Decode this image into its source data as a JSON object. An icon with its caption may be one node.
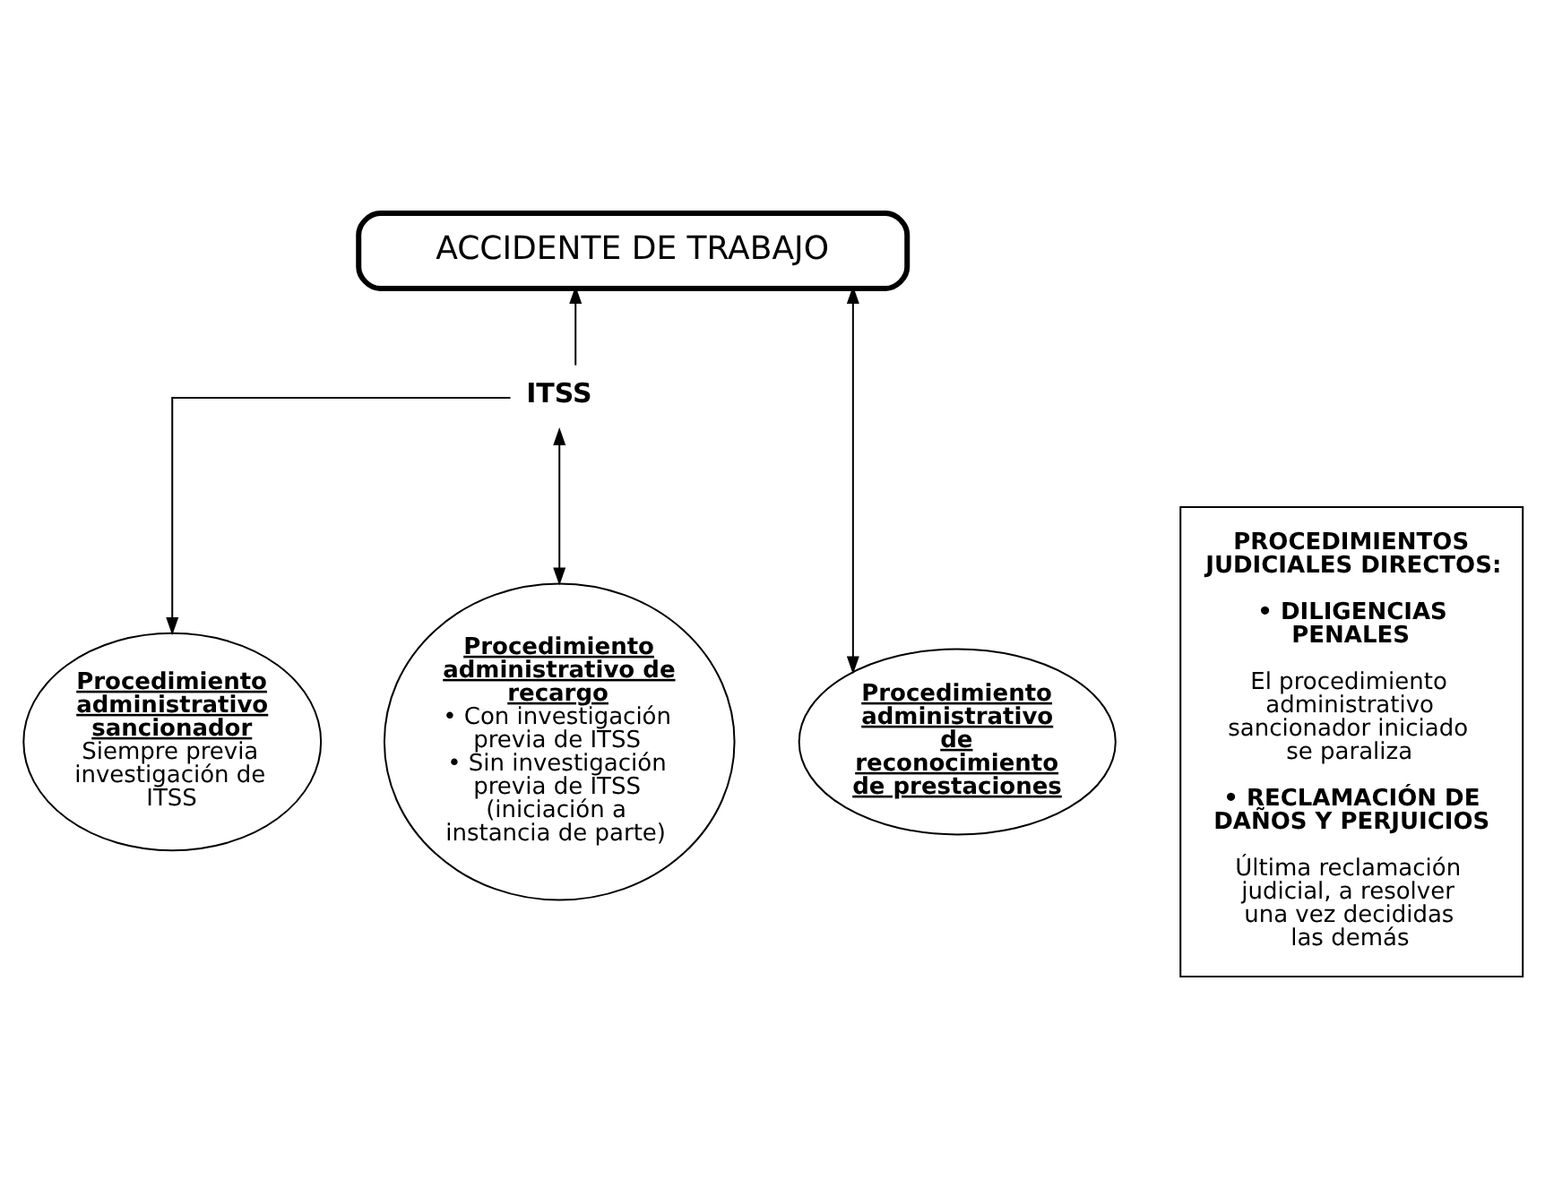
{
  "diagram": {
    "nodes": [
      {
        "text": [
          "ACCIDENTE DE TRABAJO"
        ]
      },
      {
        "text": [
          "ITSS"
        ]
      },
      {
        "text": [
          "Procedimiento administrativo sancionador",
          "Siempre previa investigación de ITSS"
        ]
      },
      {
        "text": [
          "Procedimiento administrativo de recargo",
          "• Con investigación previa de ITSS",
          "• Sin investigación previa de ITSS (iniciación a instancia de parte)"
        ]
      },
      {
        "text": [
          "Procedimiento administrativo de reconocimiento de prestaciones"
        ]
      },
      {
        "text": [
          "PROCEDIMIENTOS JUDICIALES DIRECTOS:",
          "• DILIGENCIAS PENALES",
          "El procedimiento administrativo sancionador iniciado se paraliza",
          "• RECLAMACIÓN DE DAÑOS Y PERJUICIOS",
          "Última reclamación judicial, a resolver una vez decididas las demás"
        ]
      }
    ],
    "edges": [
      {
        "from": 1,
        "to": 0,
        "arrow": "to"
      },
      {
        "from": 1,
        "to": 2,
        "arrow": "to"
      },
      {
        "from": 1,
        "to": 3,
        "arrow": "both"
      },
      {
        "from": 0,
        "to": 4,
        "arrow": "both"
      }
    ]
  }
}
